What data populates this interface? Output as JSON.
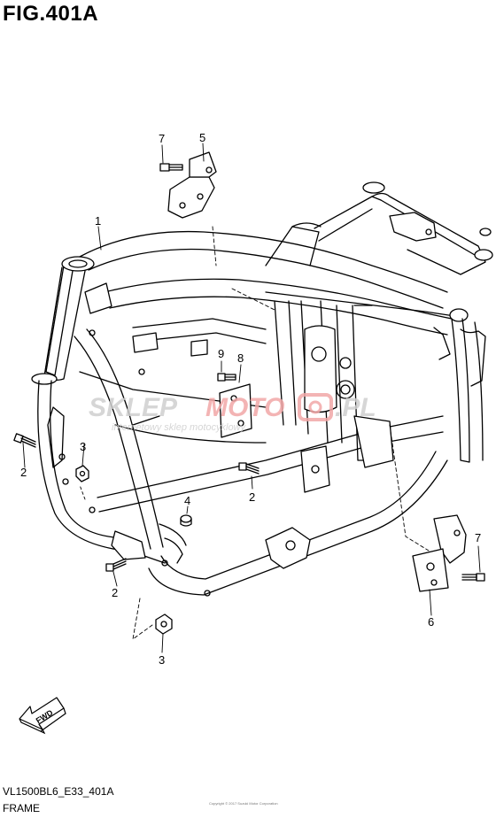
{
  "figure": {
    "title": "FIG.401A",
    "model_code": "VL1500BL6_E33_401A",
    "section_name": "FRAME"
  },
  "watermark": {
    "brand_left": "SKLEP",
    "brand_mid": "MOTO",
    "brand_right": ".PL",
    "tagline": "internetowy sklep motocyklowy",
    "colors": {
      "gray": "#cfcfcf",
      "red": "#f2a7a7"
    }
  },
  "callouts": {
    "c1": "1",
    "c2a": "2",
    "c2b": "2",
    "c2c": "2",
    "c3a": "3",
    "c3b": "3",
    "c4": "4",
    "c5": "5",
    "c6": "6",
    "c7a": "7",
    "c7b": "7",
    "c8": "8",
    "c9": "9"
  },
  "direction_arrow": {
    "label": "FWD"
  },
  "footnote": "Copyright © 2017 Suzuki Motor Corporation"
}
